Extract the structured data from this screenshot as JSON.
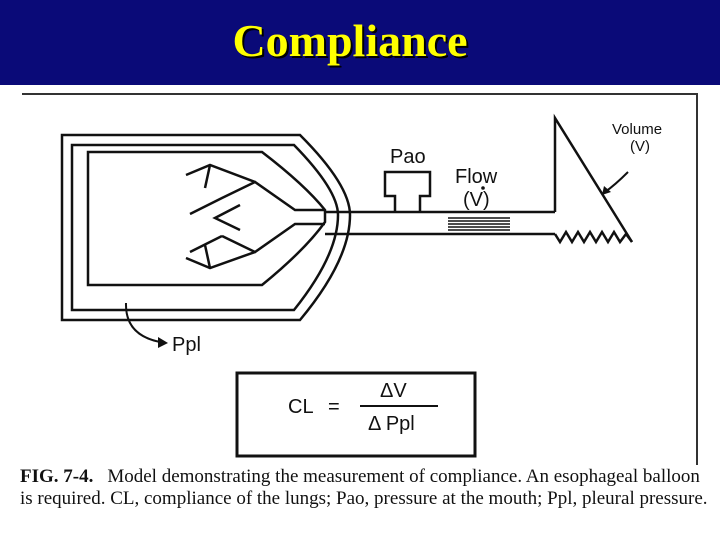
{
  "slide": {
    "title": "Compliance"
  },
  "diagram": {
    "pao_label": "Pao",
    "flow_label": "Flow",
    "flow_symbol": "(V)",
    "volume_label": "Volume",
    "volume_symbol": "(V)",
    "ppl_label": "Ppl",
    "formula": {
      "lhs": "CL",
      "equals": "=",
      "numerator": "ΔV",
      "denominator": "Δ Ppl"
    }
  },
  "caption": {
    "fig_label": "FIG. 7-4.",
    "text": "Model demonstrating the measurement of compliance. An esophageal balloon is required. CL, compliance of the lungs; Pao, pressure at the mouth; Ppl, pleural pressure."
  },
  "colors": {
    "title_bar": "#0a0a78",
    "title_text": "#ffff00"
  }
}
